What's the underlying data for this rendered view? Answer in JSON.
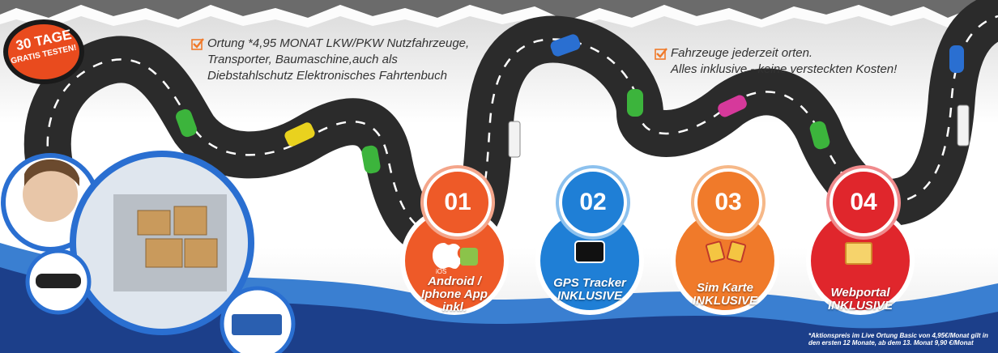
{
  "promo_badge": {
    "line1": "30 TAGE",
    "line2": "GRATIS TESTEN!"
  },
  "feature_left": {
    "line1": "Ortung *4,95 MONAT LKW/PKW Nutzfahrzeuge,",
    "line2": "Transporter, Baumaschine,auch als",
    "line3": "Diebstahlschutz Elektronisches Fahrtenbuch"
  },
  "feature_right": {
    "line1": "Fahrzeuge jederzeit orten.",
    "line2": "Alles inklusive - keine versteckten Kosten!"
  },
  "steps": [
    {
      "number": "01",
      "label1": "Android /",
      "label2": "Iphone App",
      "label3": "inkl.",
      "icon_caption": "iOS",
      "color": "#ee5a28"
    },
    {
      "number": "02",
      "label1": "GPS Tracker",
      "label2": "INKLUSIVE",
      "color": "#1f7fd6"
    },
    {
      "number": "03",
      "label1": "Sim Karte",
      "label2": "INKLUSIVE",
      "color": "#f07a2a"
    },
    {
      "number": "04",
      "label1": "Webportal",
      "label2": "INKLUSIVE",
      "color": "#e0262c"
    }
  ],
  "footnote": {
    "line1": "*Aktionspreis im Live Ortung Basic von 4,95€/Monat gilt in",
    "line2": "den ersten 12 Monate, ab dem 13. Monat 9,90 €/Monat"
  },
  "colors": {
    "road": "#2b2b2b",
    "wave_dark": "#1c3f8a",
    "wave_light": "#3a7fd1",
    "accent_orange": "#f07a2a"
  },
  "icons": [
    "check-icon",
    "apple-icon",
    "android-icon",
    "gps-tracker-icon",
    "sim-card-icon",
    "map-icon"
  ]
}
